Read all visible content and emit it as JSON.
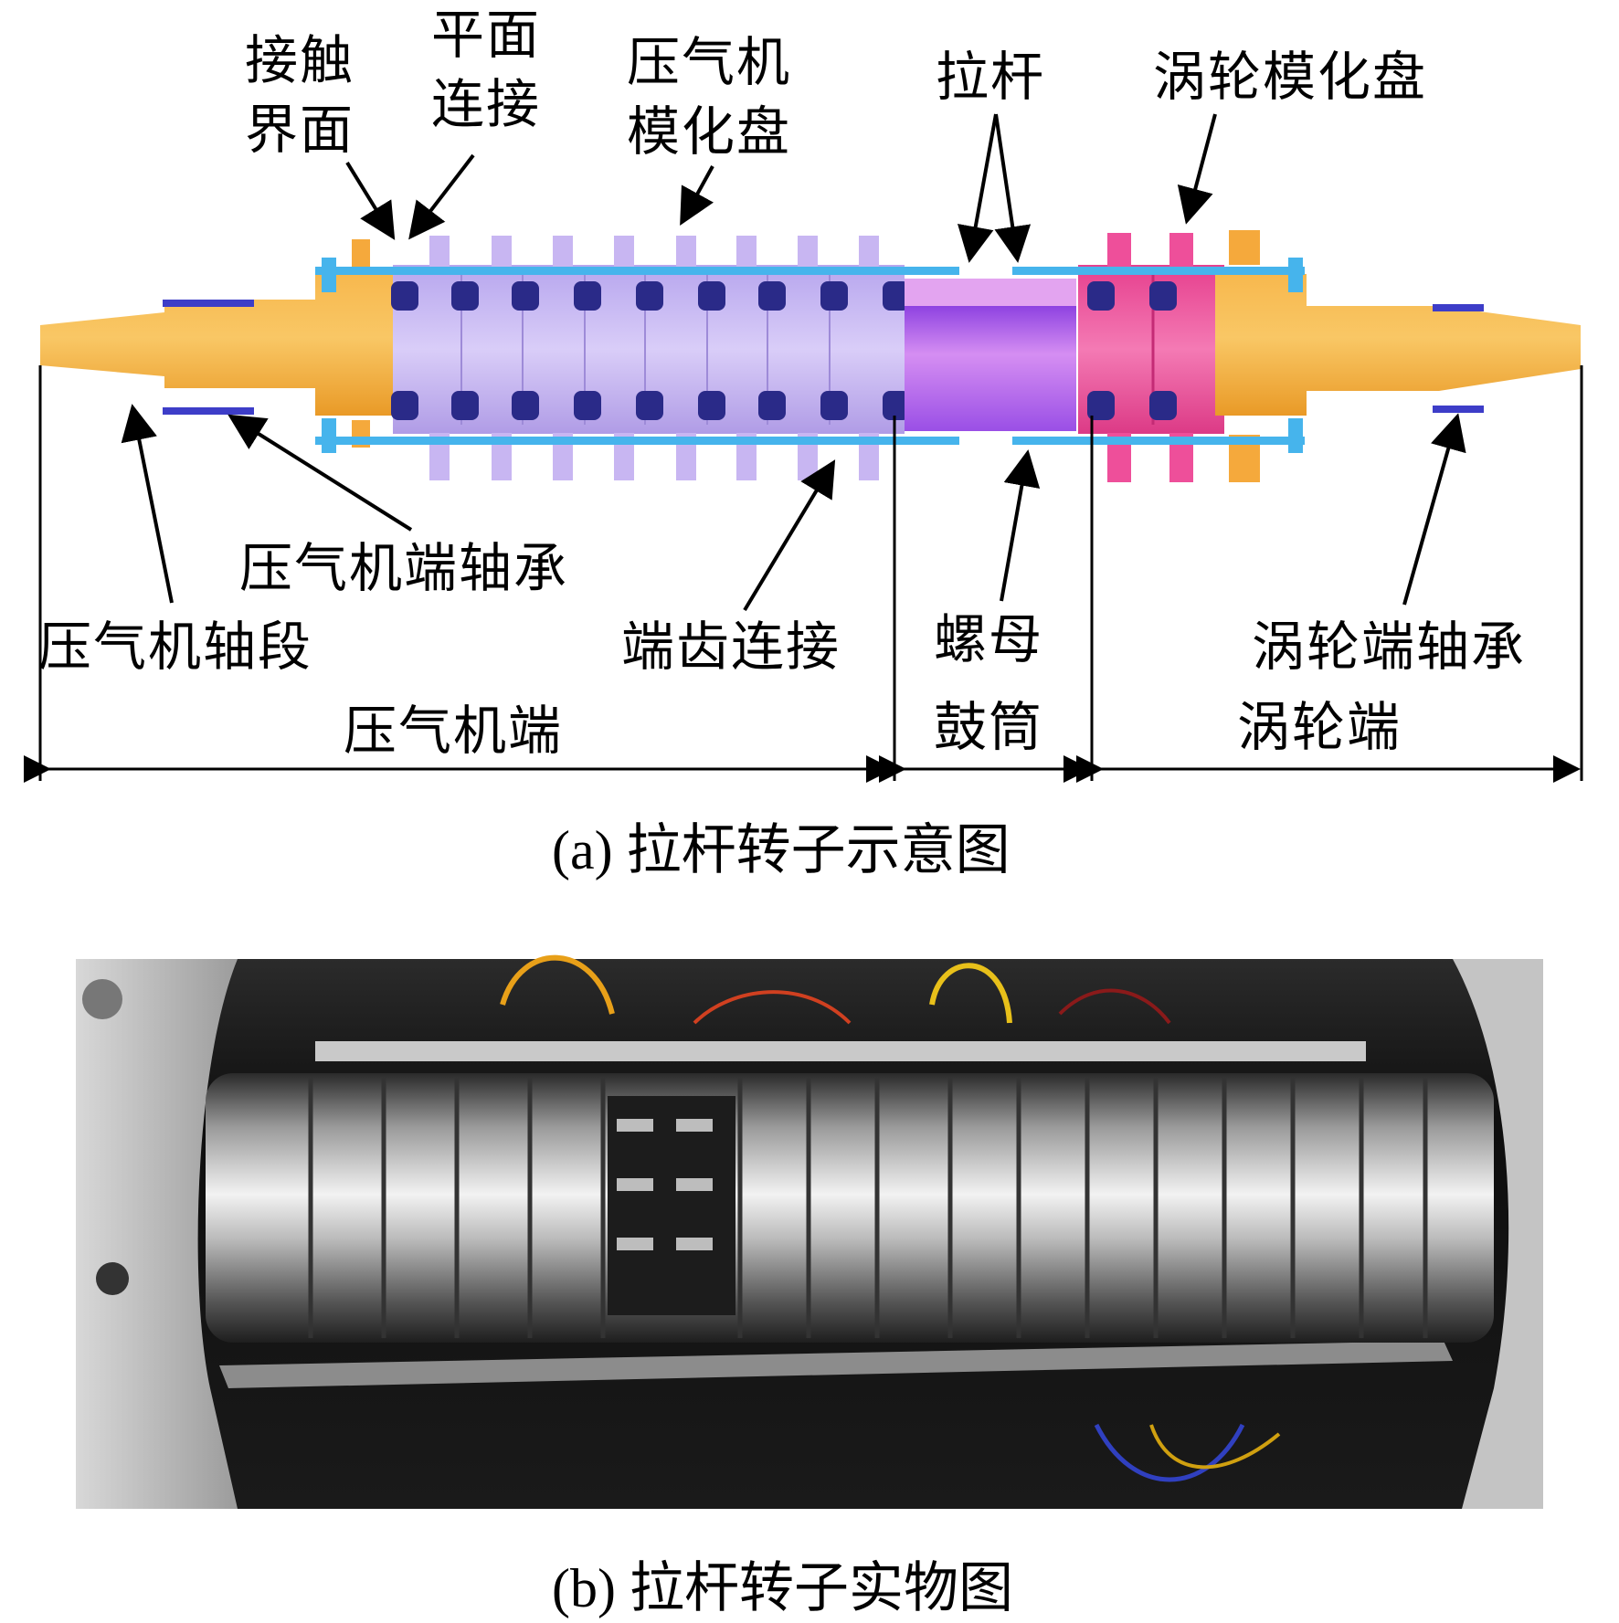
{
  "labels": {
    "contact_interface": "接触\n界面",
    "flat_connection": "平面\n连接",
    "compressor_disk": "压气机\n模化盘",
    "tie_rod": "拉杆",
    "turbine_disk": "涡轮模化盘",
    "compressor_bearing": "压气机端轴承",
    "compressor_shaft": "压气机轴段",
    "curvic_coupling": "端齿连接",
    "nut": "螺母",
    "turbine_bearing": "涡轮端轴承",
    "compressor_end": "压气机端",
    "drum": "鼓筒",
    "turbine_end": "涡轮端"
  },
  "captions": {
    "a": "(a) 拉杆转子示意图",
    "b": "(b) 拉杆转子实物图"
  },
  "colors": {
    "shaft": "#f5a93c",
    "disk": "#c9b4f0",
    "drum": "#b070ee",
    "turbine": "#ee4f9a",
    "rod": "#46b4ec",
    "bearing": "#3d3dc8"
  }
}
